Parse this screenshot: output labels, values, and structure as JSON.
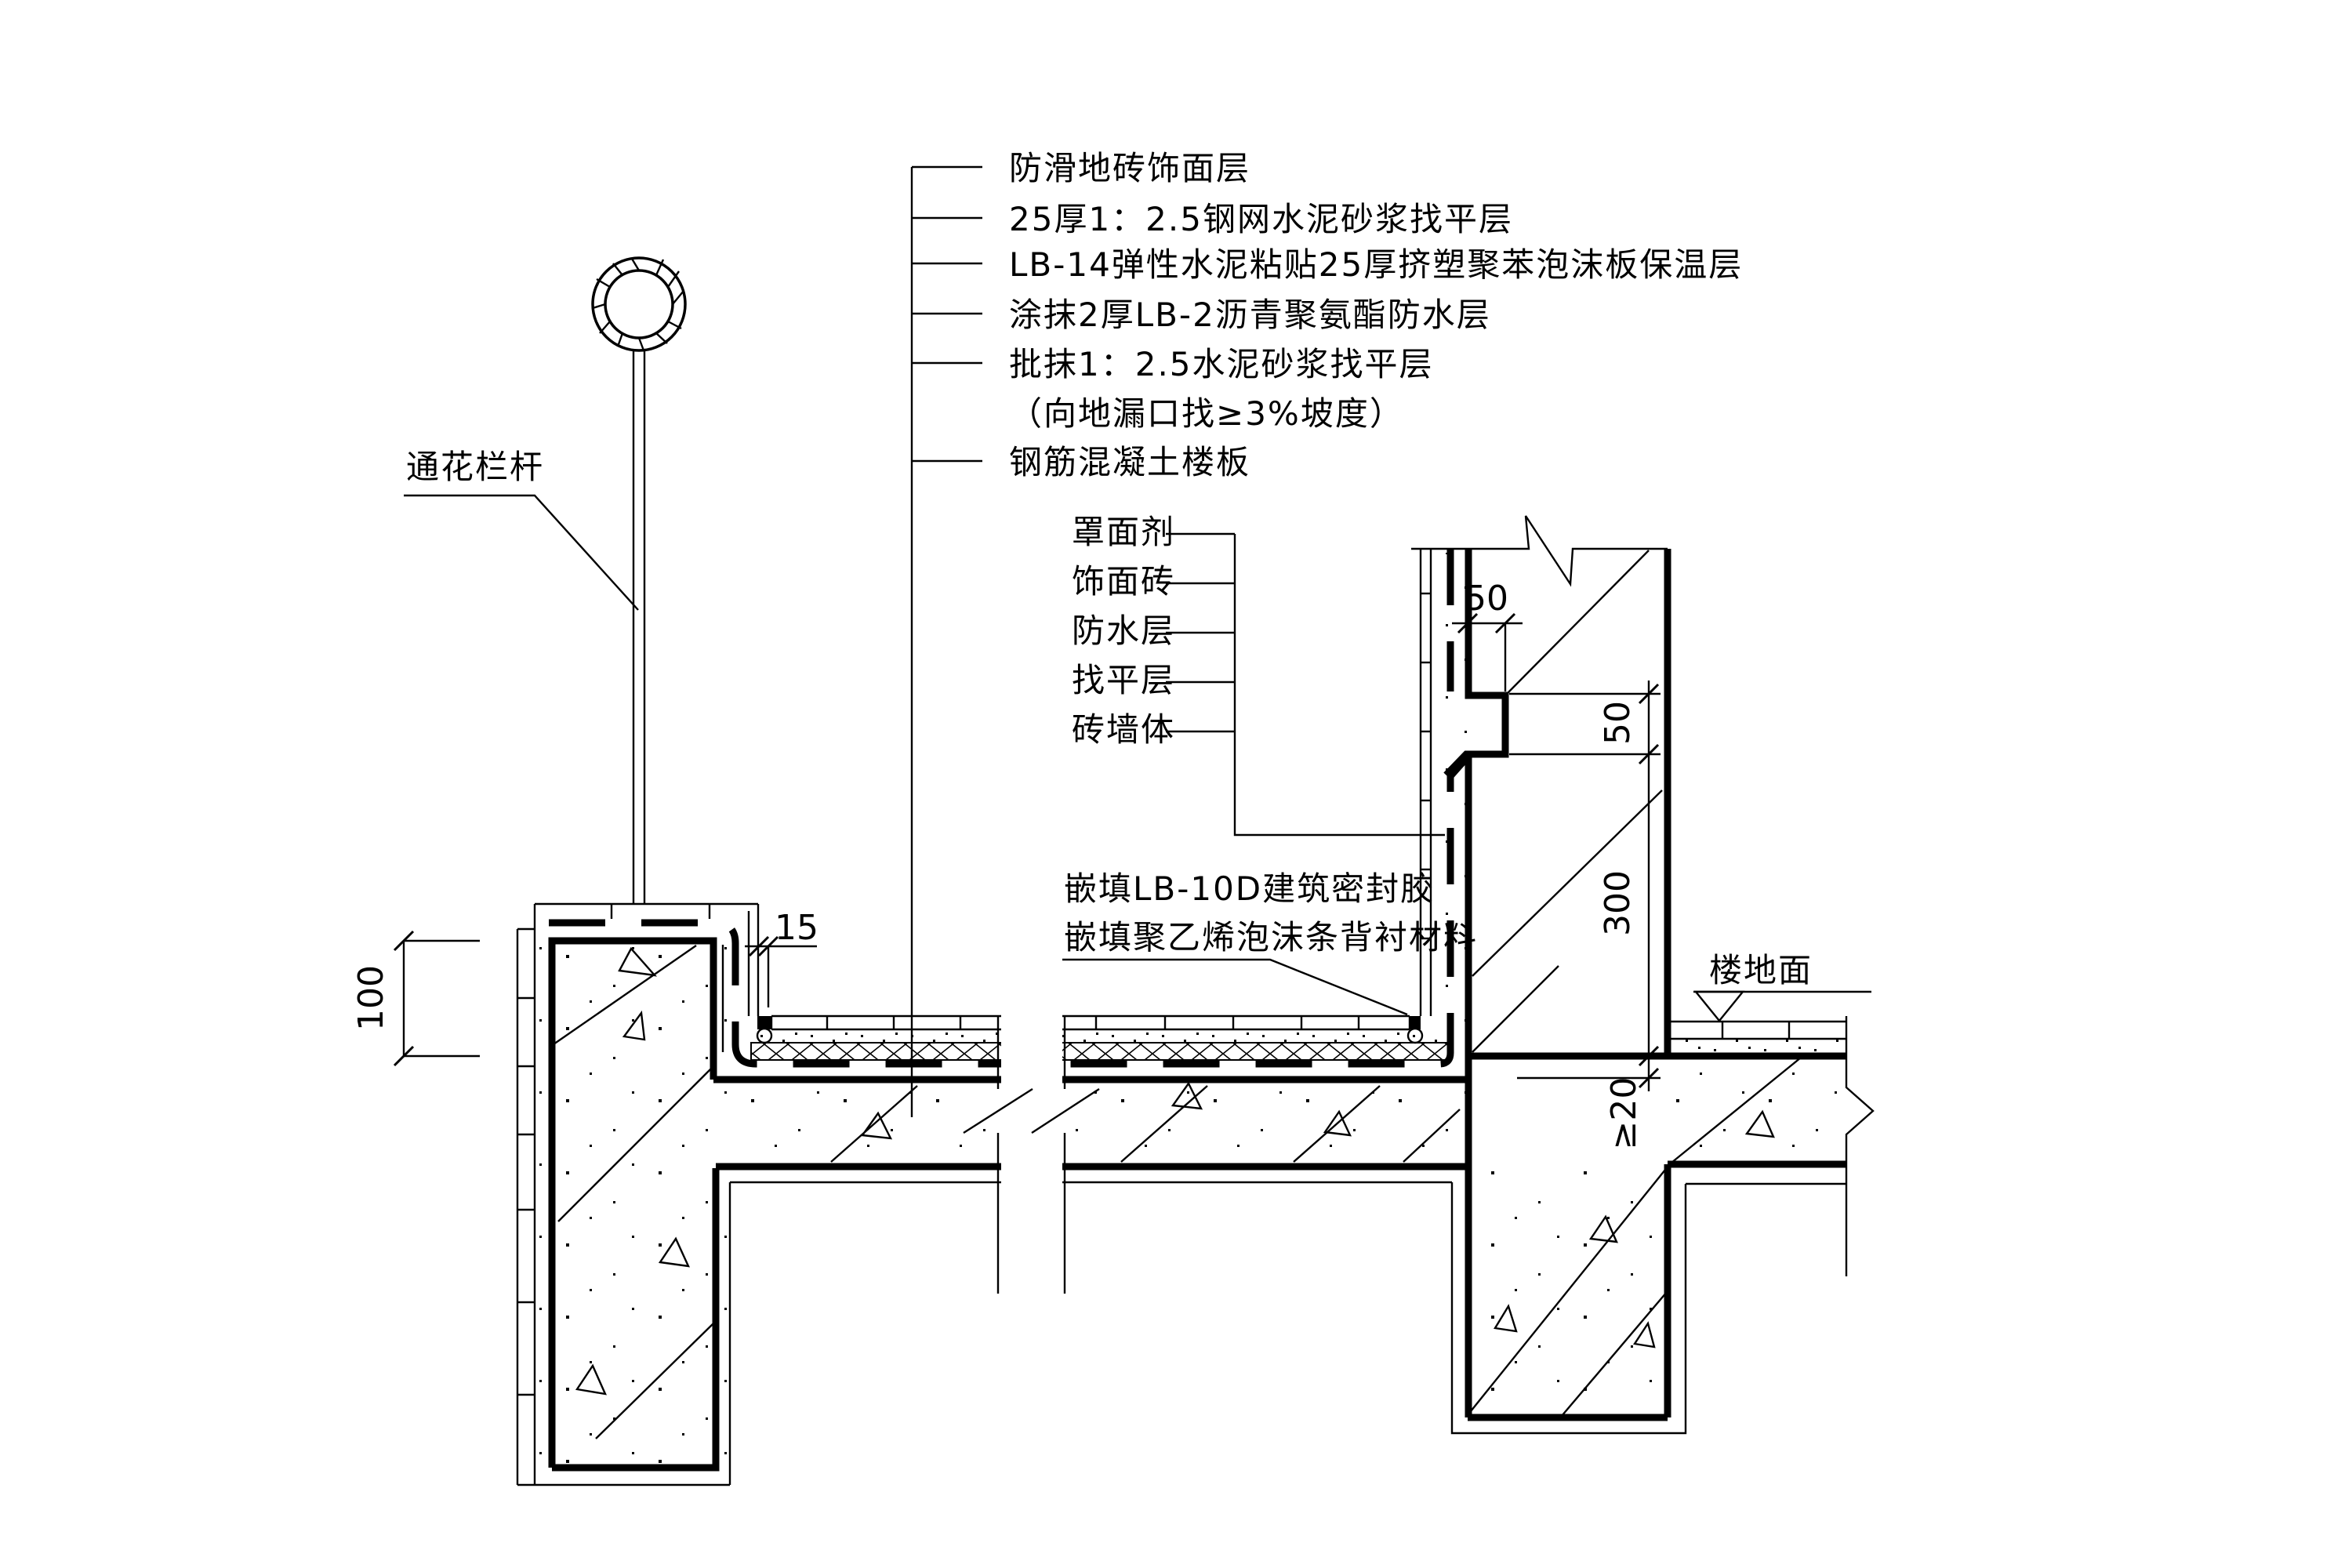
{
  "drawing": {
    "title_hint": "屋面/阳台泛水构造详图",
    "colors": {
      "ink": "#000000",
      "paper": "#ffffff"
    },
    "callouts_top": [
      "防滑地砖饰面层",
      "25厚1：2.5钢网水泥砂浆找平层",
      "LB-14弹性水泥粘贴25厚挤塑聚苯泡沫板保温层",
      "涂抹2厚LB-2沥青聚氨酯防水层",
      "批抹1：2.5水泥砂浆找平层",
      "（向地漏口找≥3%坡度）",
      "钢筋混凝土楼板"
    ],
    "callouts_wall": [
      "罩面剂",
      "饰面砖",
      "防水层",
      "找平层",
      "砖墙体"
    ],
    "callouts_joint": [
      "嵌填LB-10D建筑密封胶",
      "嵌填聚乙烯泡沫条背衬材料"
    ],
    "label_railing": "通花栏杆",
    "label_floor": "楼地面",
    "dims": {
      "curb_height": "100",
      "joint_gap": "15",
      "notch_depth": "50",
      "notch_height": "50",
      "wall_drop": "300",
      "slab_step": "≥20"
    }
  }
}
